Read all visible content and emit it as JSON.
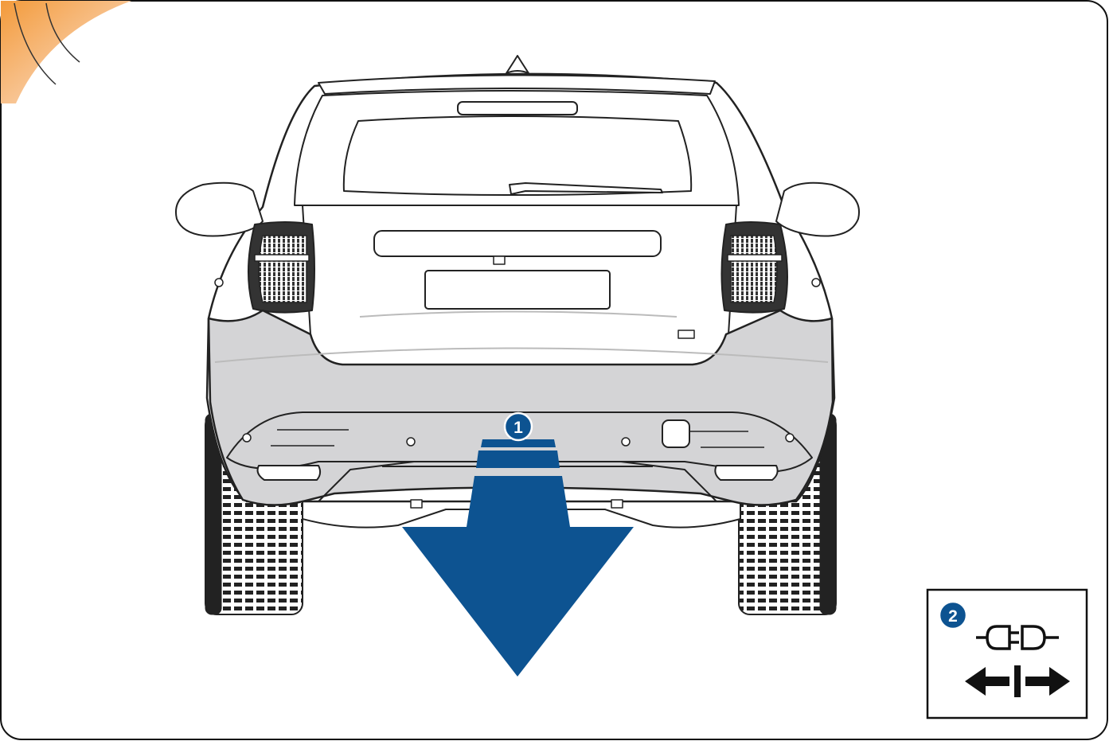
{
  "figure": {
    "subject": "rear-view-of-electric-car",
    "callouts": [
      {
        "number": "1",
        "meaning": "downward-direction-arrow"
      },
      {
        "number": "2",
        "meaning": "disconnect-plug-symbol"
      }
    ]
  },
  "colors": {
    "accent_blue": "#0d5391",
    "bumper_gray": "#d4d4d6",
    "corner_orange": "#f39a3a",
    "outline": "#222222"
  },
  "icons": [
    "connector-plug-icon",
    "double-arrow-separate-icon"
  ]
}
